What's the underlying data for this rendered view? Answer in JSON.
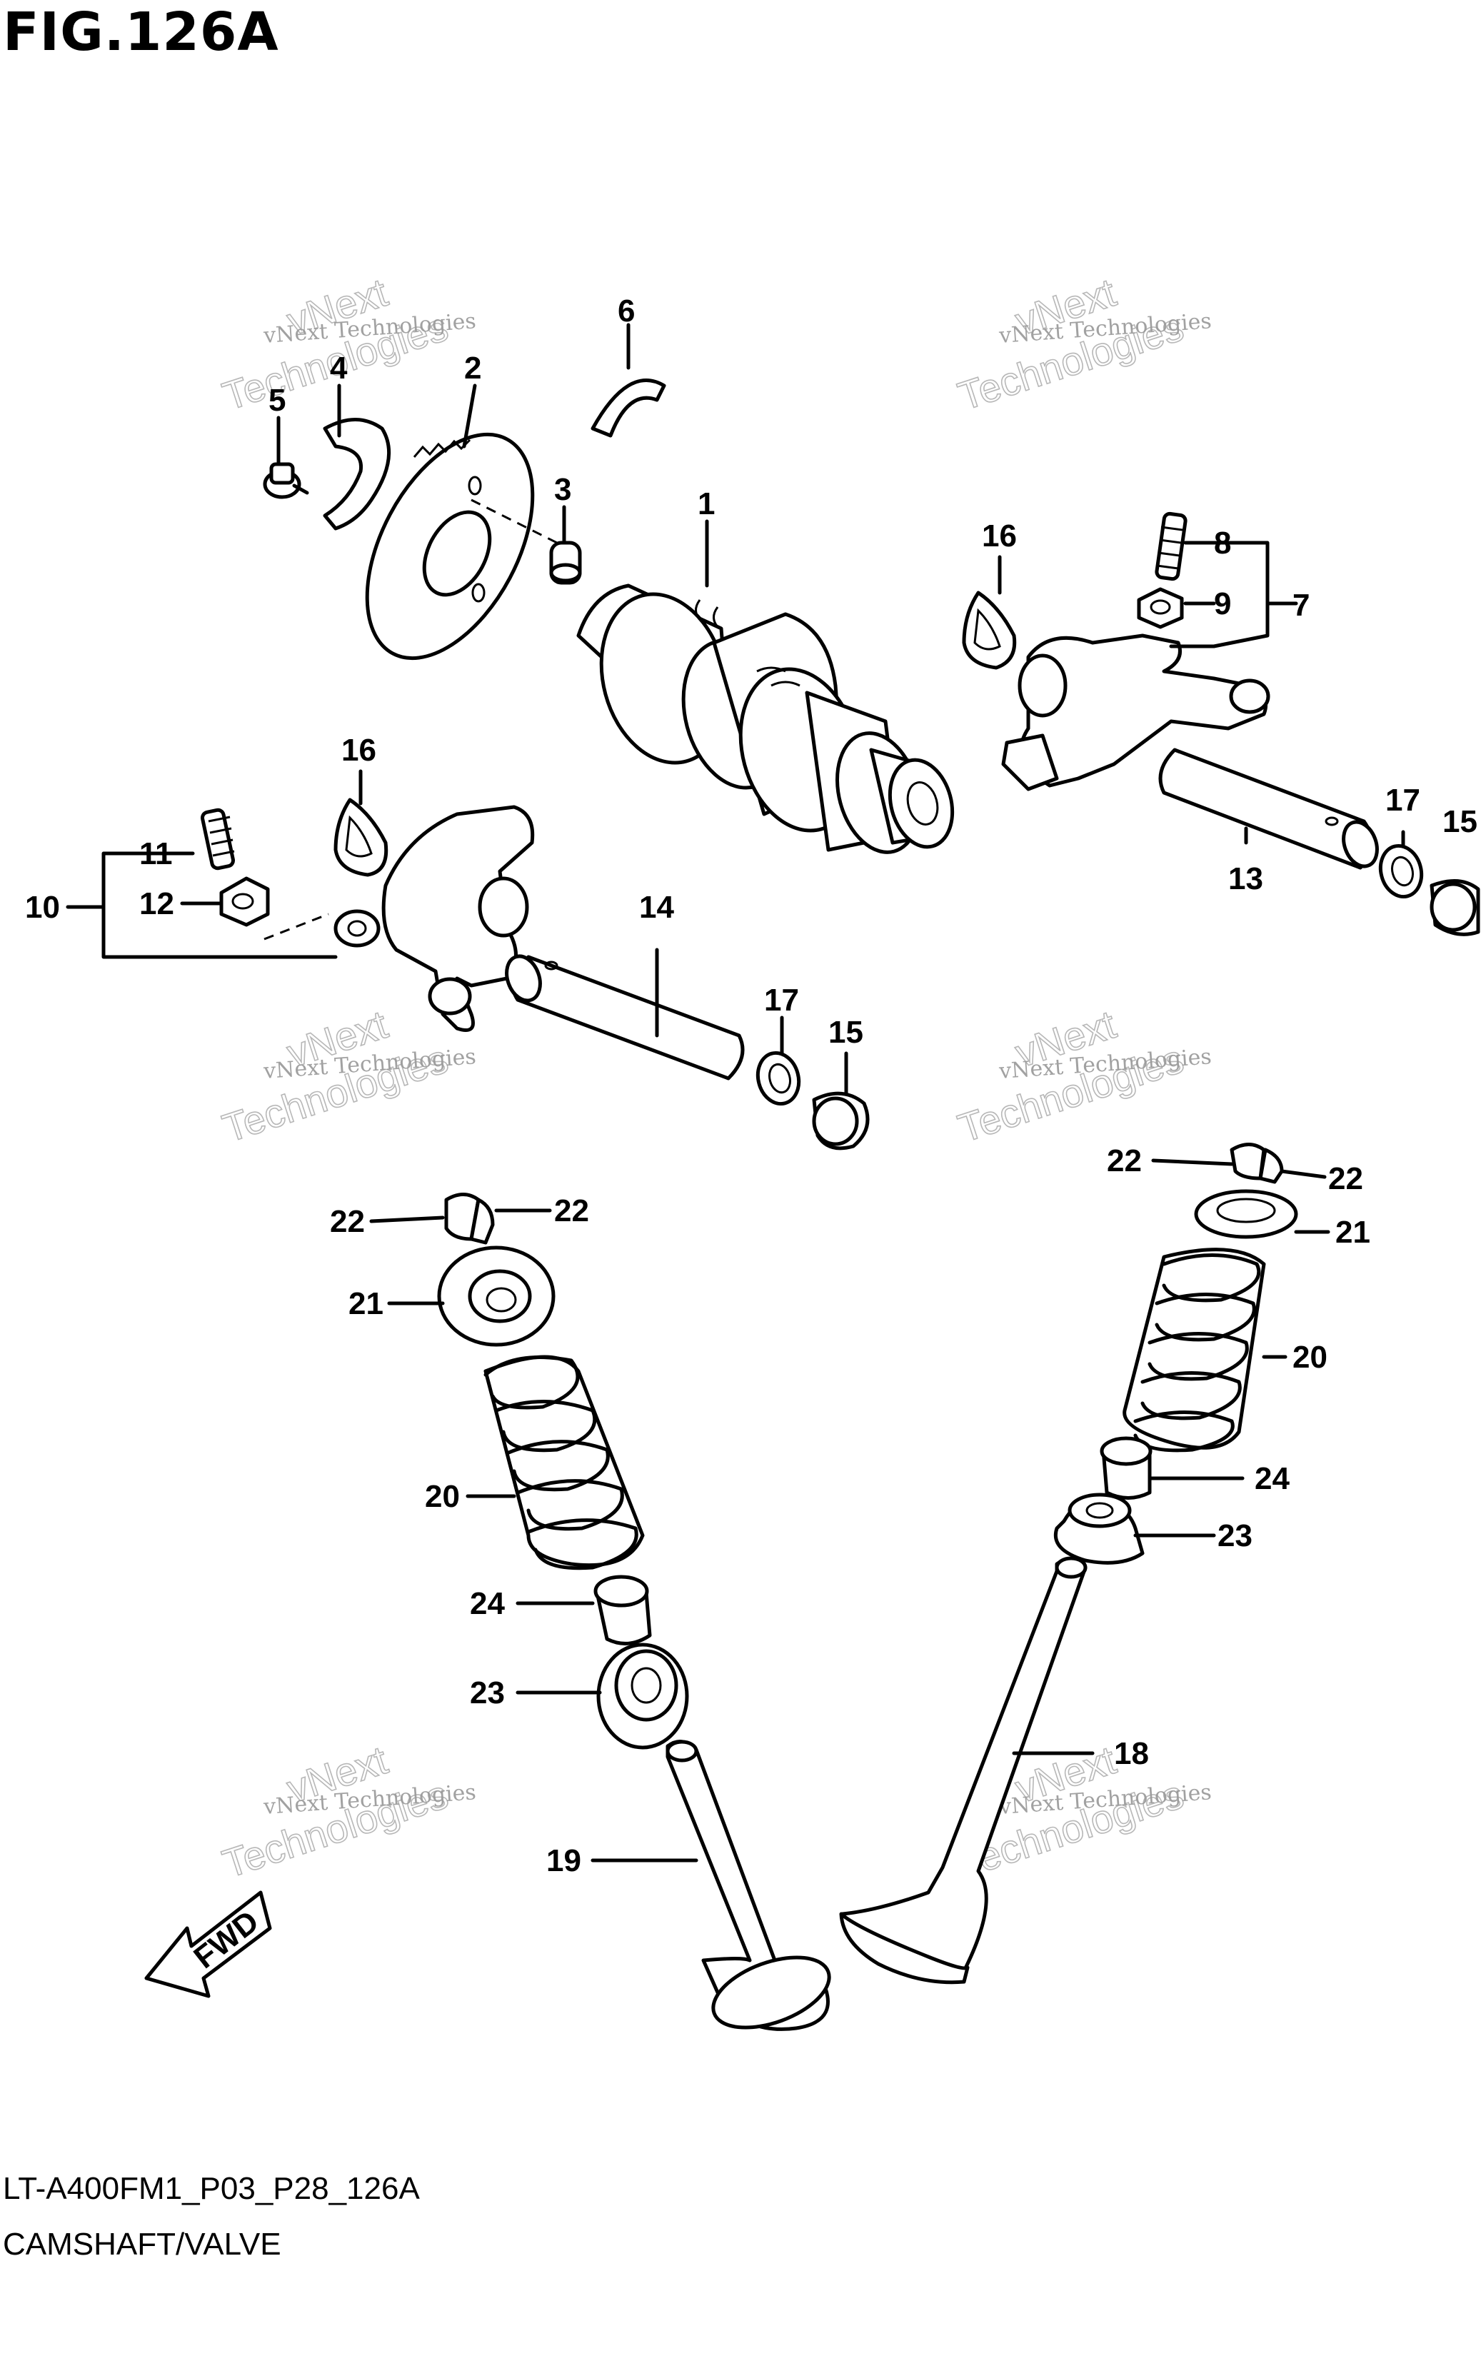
{
  "header": {
    "title": "FIG.126A"
  },
  "footer": {
    "code": "LT-A400FM1_P03_P28_126A",
    "caption": "CAMSHAFT/VALVE"
  },
  "fwd_label": "FWD",
  "watermark": {
    "line1": "vNext Technologies",
    "line2": "vNext",
    "line3": "Technologies"
  },
  "labels": [
    "1",
    "2",
    "3",
    "4",
    "5",
    "6",
    "7",
    "8",
    "9",
    "10",
    "11",
    "12",
    "13",
    "14",
    "15",
    "15",
    "16",
    "16",
    "17",
    "17",
    "18",
    "19",
    "20",
    "20",
    "21",
    "21",
    "22",
    "22",
    "22",
    "22",
    "23",
    "23",
    "24",
    "24"
  ]
}
